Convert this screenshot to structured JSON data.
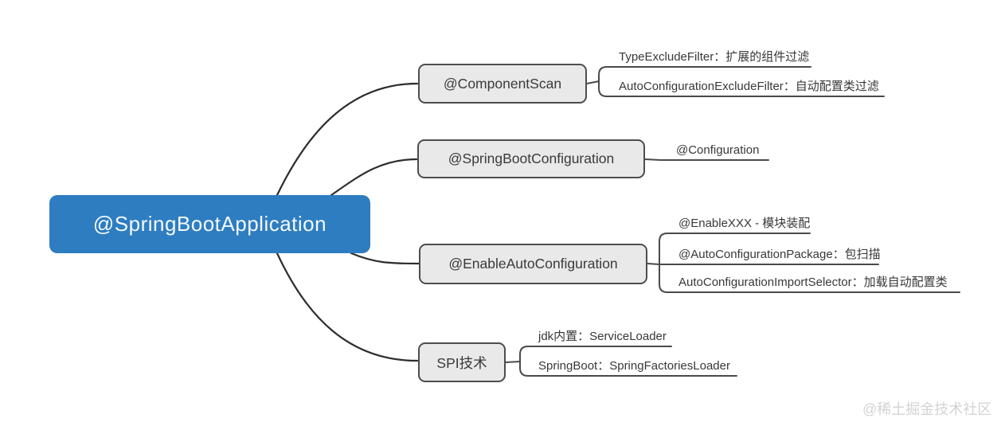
{
  "diagram": {
    "type": "mindmap",
    "root": {
      "label": "@SpringBootApplication"
    },
    "branches": [
      {
        "label": "@ComponentScan",
        "children": [
          "TypeExcludeFilter：扩展的组件过滤",
          "AutoConfigurationExcludeFilter：自动配置类过滤"
        ]
      },
      {
        "label": "@SpringBootConfiguration",
        "children": [
          "@Configuration"
        ]
      },
      {
        "label": "@EnableAutoConfiguration",
        "children": [
          "@EnableXXX - 模块装配",
          "@AutoConfigurationPackage：包扫描",
          "AutoConfigurationImportSelector：加载自动配置类"
        ]
      },
      {
        "label": "SPI技术",
        "children": [
          "jdk内置：ServiceLoader",
          "SpringBoot：SpringFactoriesLoader"
        ]
      }
    ]
  },
  "colors": {
    "root_fill": "#2e7dc1",
    "root_text": "#f4f9fd",
    "branch_fill": "#e9e9e9",
    "branch_border": "#4d4d4d",
    "curve_line": "#2d2d2d",
    "child_line": "#4a4a4a",
    "leaf_text": "#383838",
    "watermark_text": "#d3d3d3"
  },
  "watermark": "@稀土掘金技术社区"
}
